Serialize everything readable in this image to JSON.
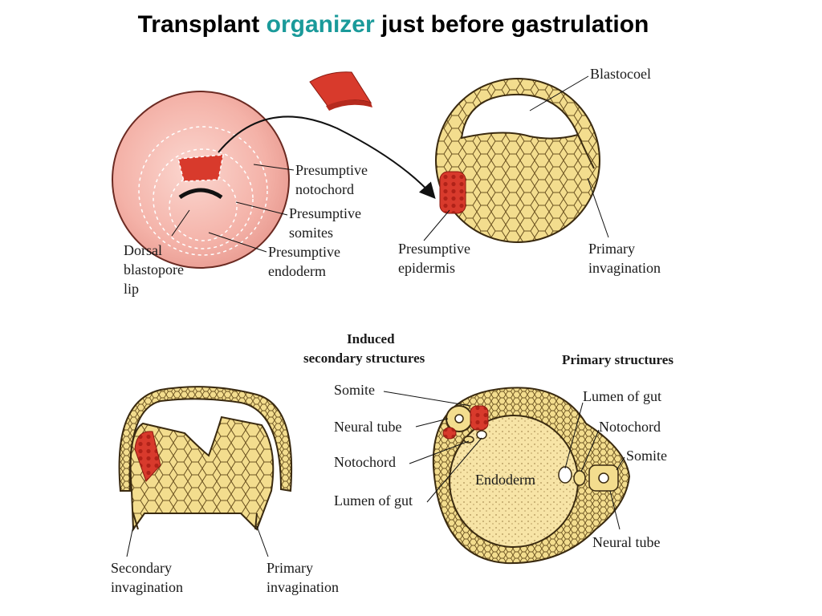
{
  "title": {
    "before": "Transplant ",
    "highlight": "organizer",
    "after": " just before gastrulation"
  },
  "colors": {
    "accent": "#1a9a9a",
    "embryo_pink": "#f6b7b0",
    "tissue_yellow": "#f3dd8e",
    "organizer_red": "#d83a2c",
    "outline": "#3a2a10"
  },
  "top_labels": {
    "blastocoel": "Blastocoel",
    "presumptive_notochord": [
      "Presumptive",
      "notochord"
    ],
    "presumptive_somites": [
      "Presumptive",
      "somites"
    ],
    "presumptive_endoderm": [
      "Presumptive",
      "endoderm"
    ],
    "dorsal_blastopore_lip": [
      "Dorsal",
      "blastopore",
      "lip"
    ],
    "presumptive_epidermis": [
      "Presumptive",
      "epidermis"
    ],
    "primary_invagination": [
      "Primary",
      "invagination"
    ]
  },
  "bottom_labels": {
    "induced_heading": [
      "Induced",
      "secondary structures"
    ],
    "primary_heading": "Primary structures",
    "somite_left": "Somite",
    "neural_tube_left": "Neural tube",
    "notochord_left": "Notochord",
    "lumen_left": "Lumen of gut",
    "endoderm": "Endoderm",
    "lumen_right": "Lumen of gut",
    "notochord_right": "Notochord",
    "somite_right": "Somite",
    "neural_tube_right": "Neural tube",
    "secondary_invagination": [
      "Secondary",
      "invagination"
    ],
    "primary_invagination": [
      "Primary",
      "invagination"
    ]
  }
}
